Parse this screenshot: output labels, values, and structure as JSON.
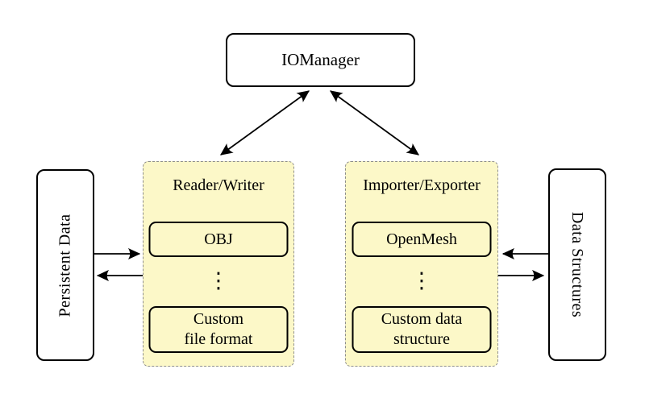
{
  "nodes": {
    "iomanager": {
      "label": "IOManager"
    },
    "persistent_data": {
      "label": "Persistent Data"
    },
    "data_structures": {
      "label": "Data Structures"
    }
  },
  "panels": [
    {
      "title": "Reader/Writer",
      "items": [
        "OBJ",
        "⋮",
        "Custom\nfile format"
      ]
    },
    {
      "title": "Importer/Exporter",
      "items": [
        "OpenMesh",
        "⋮",
        "Custom data\nstructure"
      ]
    }
  ],
  "connections": [
    {
      "from": "IOManager",
      "to": "Reader/Writer",
      "type": "bidirectional"
    },
    {
      "from": "IOManager",
      "to": "Importer/Exporter",
      "type": "bidirectional"
    },
    {
      "from": "Persistent Data",
      "to": "Reader/Writer",
      "type": "one-way"
    },
    {
      "from": "Reader/Writer",
      "to": "Persistent Data",
      "type": "one-way"
    },
    {
      "from": "Data Structures",
      "to": "Importer/Exporter",
      "type": "one-way"
    },
    {
      "from": "Importer/Exporter",
      "to": "Data Structures",
      "type": "one-way"
    }
  ],
  "colors": {
    "panel_fill": "#FCF8C8",
    "panel_border": "#8E8E8E",
    "node_border": "#000000",
    "arrow": "#000000",
    "background": "#FFFFFF"
  }
}
